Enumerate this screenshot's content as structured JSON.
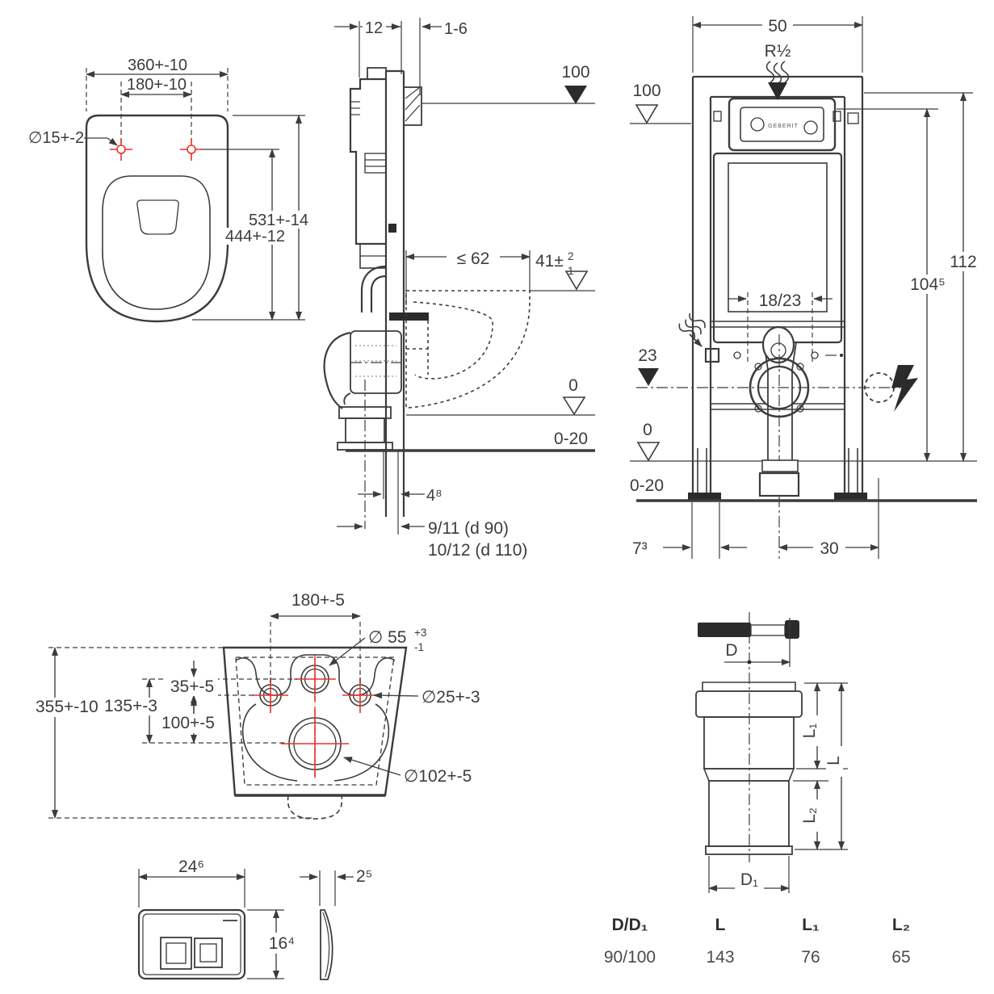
{
  "drawing": {
    "top_view": {
      "width": "360+-10",
      "hole_spacing": "180+-10",
      "hole_diameter": "∅15+-2",
      "depth_total": "531+-14",
      "depth_to_holes": "444+-12"
    },
    "side_view": {
      "frame_depth": "12",
      "wall_thickness": "1-6",
      "actuator_height": "100",
      "bowl_depth": "≤ 62",
      "bowl_rim_height": "41±",
      "bowl_rim_tol_top": "2",
      "bowl_rim_tol_bottom": "1",
      "finished_floor": "0",
      "floor_range": "0-20",
      "outlet_offset": "4⁸",
      "outlet_d90": "9/11  (d 90)",
      "outlet_d110": "10/12 (d 110)"
    },
    "front_view": {
      "frame_width": "50",
      "water_supply": "R½",
      "supply_height": "100",
      "total_height": "112",
      "actuator_center_height": "104⁵",
      "supply_span": "18/23",
      "outlet_height": "23",
      "finished_floor": "0",
      "floor_range": "0-20",
      "foot_width": "7³",
      "rail_offset": "30",
      "brand": "GEBERIT"
    },
    "back_view": {
      "hole_spacing": "180+-5",
      "flush_inlet": "∅ 55",
      "flush_inlet_tol_top": "+3",
      "flush_inlet_tol_bottom": "-1",
      "fixing_hole": "∅25+-3",
      "outlet_hole": "∅102+-5",
      "pan_height": "355+-10",
      "inlet_to_fixing": "35+-5",
      "inlet_to_outlet": "135+-3",
      "fixing_to_outlet": "100+-5"
    },
    "plate_view": {
      "width": "24⁶",
      "height": "16⁴",
      "thickness": "2⁵"
    },
    "pipe_view": {
      "dim_d": "D",
      "dim_d1": "D₁",
      "dim_l": "L",
      "dim_l1": "L₁",
      "dim_l2": "L₂"
    },
    "pipe_table": {
      "headers": [
        "D/D₁",
        "L",
        "L₁",
        "L₂"
      ],
      "row": [
        "90/100",
        "143",
        "76",
        "65"
      ]
    }
  },
  "colors": {
    "line": "#3c3c3c",
    "accent_red": "#e53228",
    "pipe_fill": "#dcdcdc"
  }
}
